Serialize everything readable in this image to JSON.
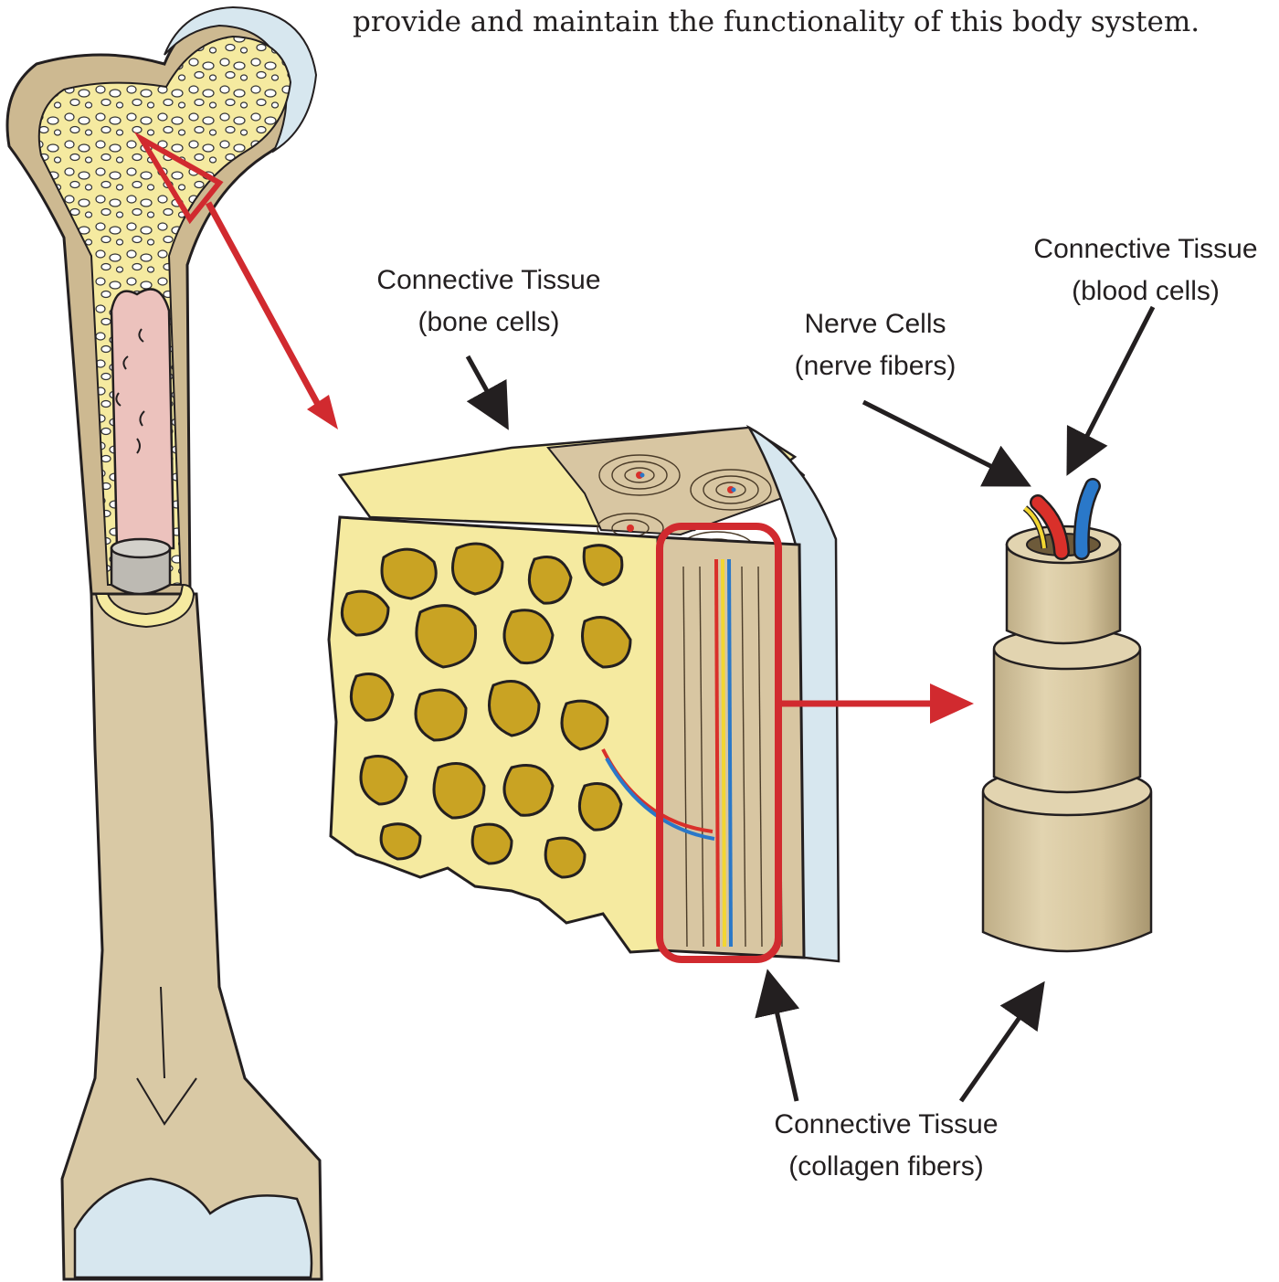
{
  "caption": "provide and maintain the functionality of this body system.",
  "labels": {
    "bone_cells": {
      "line1": "Connective Tissue",
      "line2": "(bone cells)"
    },
    "nerve_cells": {
      "line1": "Nerve Cells",
      "line2": "(nerve fibers)"
    },
    "blood_cells": {
      "line1": "Connective Tissue",
      "line2": "(blood cells)"
    },
    "collagen_fibers": {
      "line1": "Connective Tissue",
      "line2": "(collagen fibers)"
    }
  },
  "colors": {
    "bone_shaft": "#d9c9a5",
    "spongy_bone": "#f5eaa0",
    "spongy_hole": "#c9a323",
    "marrow": "#ecc2bd",
    "cartilage": "#d7e7ef",
    "highlight_red": "#d12a2f",
    "artery_red": "#d9302a",
    "vein_blue": "#2a78c9",
    "nerve_yellow": "#f2d632"
  },
  "icons": [
    "femur-bone",
    "bone-cross-section",
    "osteon-cylinder"
  ]
}
